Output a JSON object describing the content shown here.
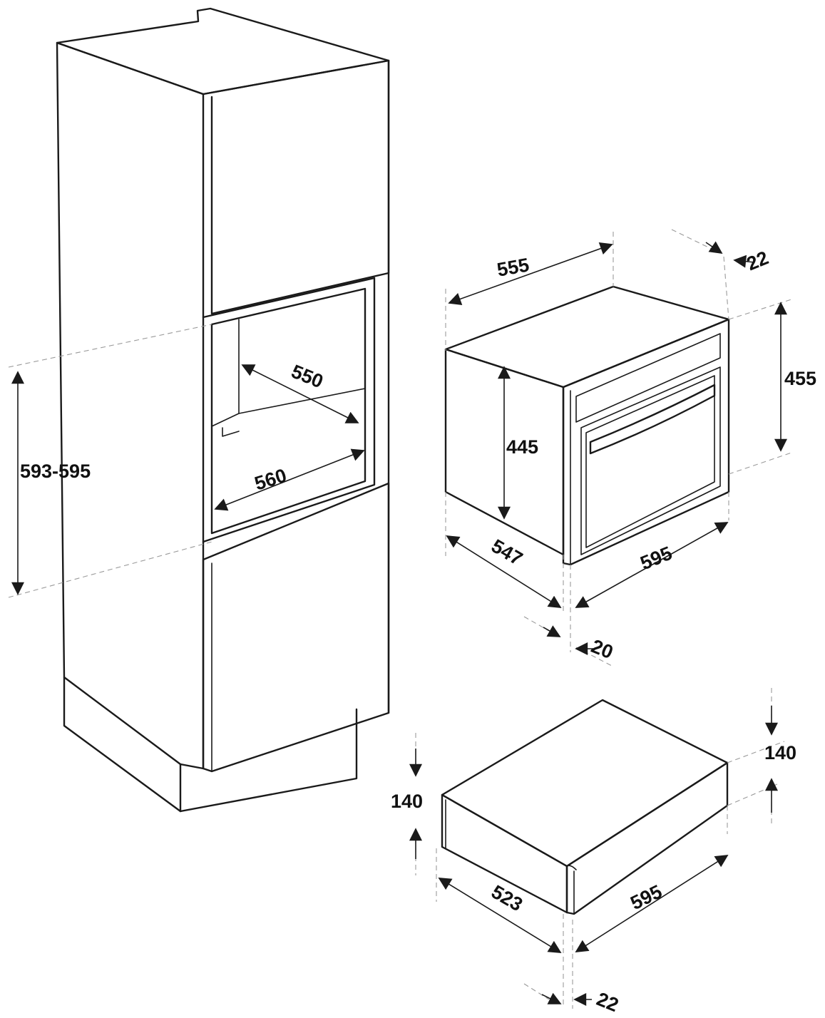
{
  "diagram": {
    "colors": {
      "line": "#1a1a1a",
      "extension": "#9a9a9a",
      "background": "#ffffff"
    },
    "cabinet": {
      "dims": {
        "niche_height": "593-595",
        "niche_depth": "550",
        "niche_width": "560"
      }
    },
    "oven": {
      "dims": {
        "depth": "555",
        "front_offset": "22",
        "front_height": "455",
        "body_height": "445",
        "body_depth": "547",
        "width": "595",
        "handle_offset": "20"
      }
    },
    "drawer": {
      "dims": {
        "height_right": "140",
        "height_left": "140",
        "depth": "523",
        "width": "595",
        "front_offset": "22"
      }
    }
  }
}
